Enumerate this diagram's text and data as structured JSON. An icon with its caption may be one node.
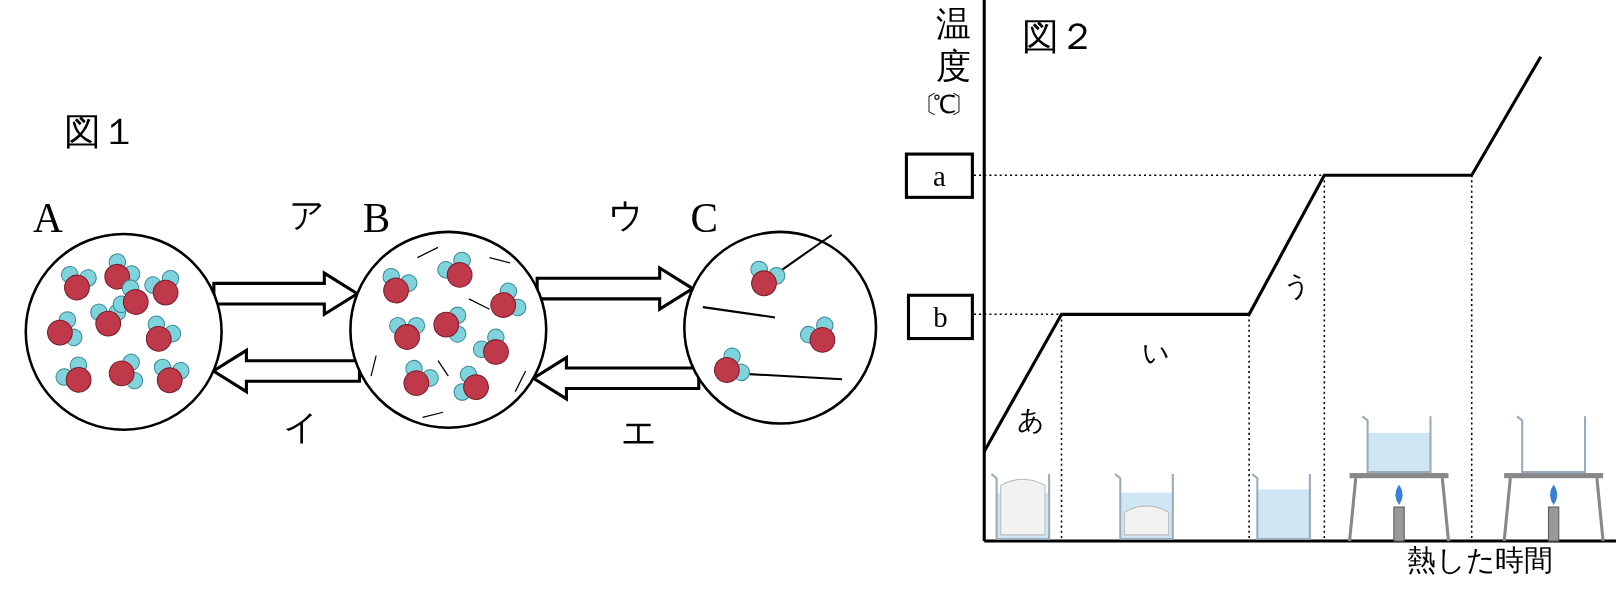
{
  "diagram": {
    "nodes": [
      {
        "text": [
          "A"
        ]
      },
      {
        "text": [
          "B"
        ]
      },
      {
        "text": [
          "C"
        ]
      },
      {
        "text": [
          "a"
        ]
      },
      {
        "text": [
          "b"
        ]
      }
    ],
    "edges": [
      {
        "from": 0,
        "to": 1,
        "arrow": "to",
        "label": "ア"
      },
      {
        "from": 1,
        "to": 0,
        "arrow": "to",
        "label": "イ"
      },
      {
        "from": 1,
        "to": 2,
        "arrow": "to",
        "label": "ウ"
      },
      {
        "from": 2,
        "to": 1,
        "arrow": "to",
        "label": "エ"
      }
    ],
    "labels": [
      "図１",
      "図２",
      "温度",
      "〔℃〕",
      "う",
      "い",
      "あ",
      "熱した時間"
    ]
  }
}
